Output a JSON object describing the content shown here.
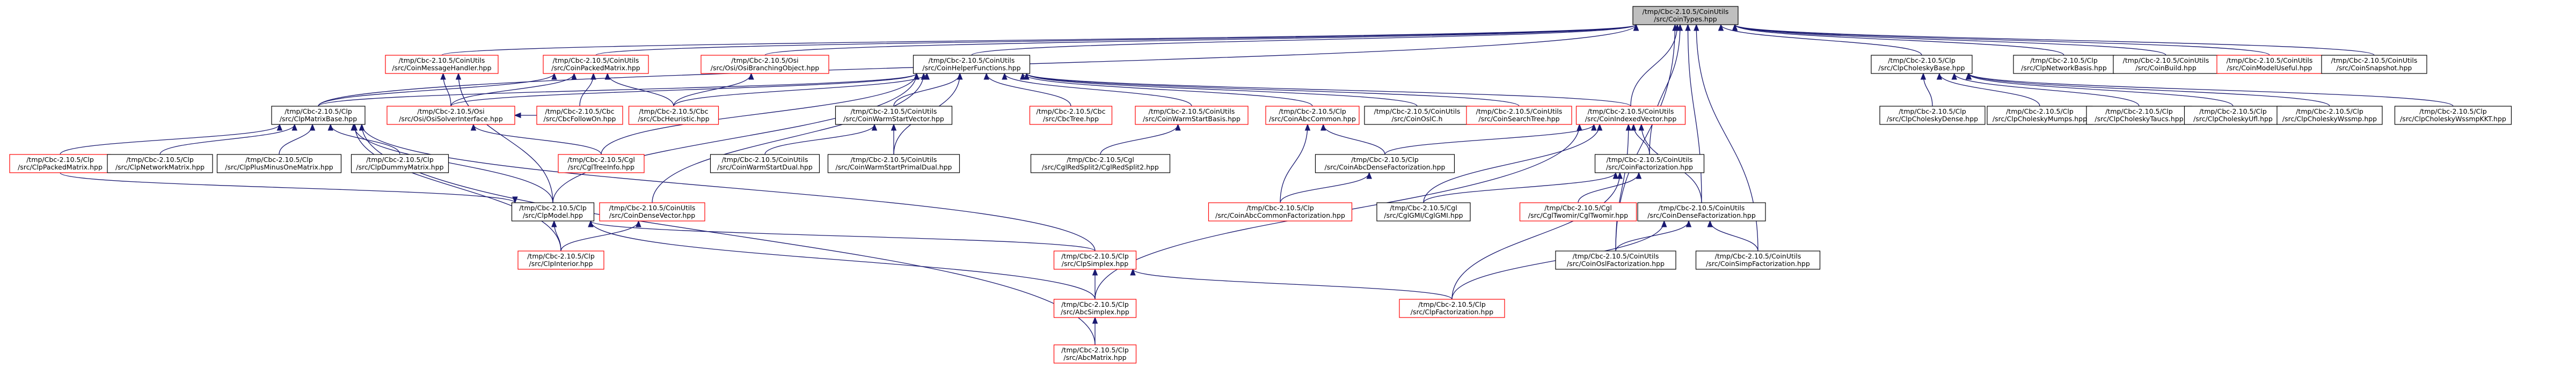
{
  "colors": {
    "edge": "#191970",
    "black_border": "#000000",
    "red_border": "#ff0000",
    "root_fill": "#bfbfbf"
  },
  "nodes": [
    {
      "id": "coinTypes",
      "lines": [
        "/tmp/Cbc-2.10.5/CoinUtils",
        "/src/CoinTypes.hpp"
      ],
      "color": "root"
    },
    {
      "id": "coinMessageHandler",
      "lines": [
        "/tmp/Cbc-2.10.5/CoinUtils",
        "/src/CoinMessageHandler.hpp"
      ],
      "color": "red"
    },
    {
      "id": "coinPackedMatrix",
      "lines": [
        "/tmp/Cbc-2.10.5/CoinUtils",
        "/src/CoinPackedMatrix.hpp"
      ],
      "color": "red"
    },
    {
      "id": "osiBranchingObject",
      "lines": [
        "/tmp/Cbc-2.10.5/Osi",
        "/src/Osi/OsiBranchingObject.hpp"
      ],
      "color": "red"
    },
    {
      "id": "coinLpFunctions",
      "lines": [
        "/tmp/Cbc-2.10.5/CoinUtils",
        "/src/CoinHelperFunctions.hpp"
      ],
      "color": "black"
    },
    {
      "id": "clpCholeskyBase",
      "lines": [
        "/tmp/Cbc-2.10.5/Clp",
        "/src/ClpCholeskyBase.hpp"
      ],
      "color": "black"
    },
    {
      "id": "clpNetworkBasis",
      "lines": [
        "/tmp/Cbc-2.10.5/Clp",
        "/src/ClpNetworkBasis.hpp"
      ],
      "color": "black"
    },
    {
      "id": "coinBuild",
      "lines": [
        "/tmp/Cbc-2.10.5/CoinUtils",
        "/src/CoinBuild.hpp"
      ],
      "color": "black"
    },
    {
      "id": "coinModelUseful",
      "lines": [
        "/tmp/Cbc-2.10.5/CoinUtils",
        "/src/CoinModelUseful.hpp"
      ],
      "color": "red"
    },
    {
      "id": "coinSnapshot",
      "lines": [
        "/tmp/Cbc-2.10.5/CoinUtils",
        "/src/CoinSnapshot.hpp"
      ],
      "color": "black"
    },
    {
      "id": "clpMatrixBase",
      "lines": [
        "/tmp/Cbc-2.10.5/Clp",
        "/src/ClpMatrixBase.hpp"
      ],
      "color": "black"
    },
    {
      "id": "osiSolverInterface",
      "lines": [
        "/tmp/Cbc-2.10.5/Osi",
        "/src/Osi/OsiSolverInterface.hpp"
      ],
      "color": "red"
    },
    {
      "id": "cbcFollowOn",
      "lines": [
        "/tmp/Cbc-2.10.5/Cbc",
        "/src/CbcFollowOn.hpp"
      ],
      "color": "red"
    },
    {
      "id": "cbcHeuristic",
      "lines": [
        "/tmp/Cbc-2.10.5/Cbc",
        "/src/CbcHeuristic.hpp"
      ],
      "color": "red"
    },
    {
      "id": "coinWarmStartVector",
      "lines": [
        "/tmp/Cbc-2.10.5/CoinUtils",
        "/src/CoinWarmStartVector.hpp"
      ],
      "color": "black"
    },
    {
      "id": "cbcTree",
      "lines": [
        "/tmp/Cbc-2.10.5/Cbc",
        "/src/CbcTree.hpp"
      ],
      "color": "red"
    },
    {
      "id": "coinWarmStartBasis",
      "lines": [
        "/tmp/Cbc-2.10.5/CoinUtils",
        "/src/CoinWarmStartBasis.hpp"
      ],
      "color": "red"
    },
    {
      "id": "coinAbcCommon",
      "lines": [
        "/tmp/Cbc-2.10.5/Clp",
        "/src/CoinAbcCommon.hpp"
      ],
      "color": "red"
    },
    {
      "id": "coinOslC",
      "lines": [
        "/tmp/Cbc-2.10.5/CoinUtils",
        "/src/CoinOslC.h"
      ],
      "color": "black"
    },
    {
      "id": "coinSearchTree",
      "lines": [
        "/tmp/Cbc-2.10.5/CoinUtils",
        "/src/CoinSearchTree.hpp"
      ],
      "color": "red"
    },
    {
      "id": "coinIndexedVector",
      "lines": [
        "/tmp/Cbc-2.10.5/CoinUtils",
        "/src/CoinIndexedVector.hpp"
      ],
      "color": "red"
    },
    {
      "id": "clpCholeskyDense",
      "lines": [
        "/tmp/Cbc-2.10.5/Clp",
        "/src/ClpCholeskyDense.hpp"
      ],
      "color": "black"
    },
    {
      "id": "clpCholeskyMumps",
      "lines": [
        "/tmp/Cbc-2.10.5/Clp",
        "/src/ClpCholeskyMumps.hpp"
      ],
      "color": "black"
    },
    {
      "id": "clpCholeskyTaucs",
      "lines": [
        "/tmp/Cbc-2.10.5/Clp",
        "/src/ClpCholeskyTaucs.hpp"
      ],
      "color": "black"
    },
    {
      "id": "clpCholeskyUfl",
      "lines": [
        "/tmp/Cbc-2.10.5/Clp",
        "/src/ClpCholeskyUfl.hpp"
      ],
      "color": "black"
    },
    {
      "id": "clpCholeskyWssmp",
      "lines": [
        "/tmp/Cbc-2.10.5/Clp",
        "/src/ClpCholeskyWssmp.hpp"
      ],
      "color": "black"
    },
    {
      "id": "clpCholeskyWssmpKKT",
      "lines": [
        "/tmp/Cbc-2.10.5/Clp",
        "/src/ClpCholeskyWssmpKKT.hpp"
      ],
      "color": "black"
    },
    {
      "id": "clpPackedMatrix",
      "lines": [
        "/tmp/Cbc-2.10.5/Clp",
        "/src/ClpPackedMatrix.hpp"
      ],
      "color": "red"
    },
    {
      "id": "clpNetworkMatrix",
      "lines": [
        "/tmp/Cbc-2.10.5/Clp",
        "/src/ClpNetworkMatrix.hpp"
      ],
      "color": "black"
    },
    {
      "id": "clpPlusMinusOneMatrix",
      "lines": [
        "/tmp/Cbc-2.10.5/Clp",
        "/src/ClpPlusMinusOneMatrix.hpp"
      ],
      "color": "black"
    },
    {
      "id": "clpDummyMatrix",
      "lines": [
        "/tmp/Cbc-2.10.5/Clp",
        "/src/ClpDummyMatrix.hpp"
      ],
      "color": "black"
    },
    {
      "id": "cglTreeInfo",
      "lines": [
        "/tmp/Cbc-2.10.5/Cgl",
        "/src/CglTreeInfo.hpp"
      ],
      "color": "red"
    },
    {
      "id": "coinWarmStartDual",
      "lines": [
        "/tmp/Cbc-2.10.5/CoinUtils",
        "/src/CoinWarmStartDual.hpp"
      ],
      "color": "black"
    },
    {
      "id": "coinWarmStartPrimalDual",
      "lines": [
        "/tmp/Cbc-2.10.5/CoinUtils",
        "/src/CoinWarmStartPrimalDual.hpp"
      ],
      "color": "black"
    },
    {
      "id": "cglRedSplit2",
      "lines": [
        "/tmp/Cbc-2.10.5/Cgl",
        "/src/CglRedSplit2/CglRedSplit2.hpp"
      ],
      "color": "black"
    },
    {
      "id": "coinAbcDenseFactorization",
      "lines": [
        "/tmp/Cbc-2.10.5/Clp",
        "/src/CoinAbcDenseFactorization.hpp"
      ],
      "color": "black"
    },
    {
      "id": "coinFactorization",
      "lines": [
        "/tmp/Cbc-2.10.5/CoinUtils",
        "/src/CoinFactorization.hpp"
      ],
      "color": "black"
    },
    {
      "id": "clpModel",
      "lines": [
        "/tmp/Cbc-2.10.5/Clp",
        "/src/ClpModel.hpp"
      ],
      "color": "black"
    },
    {
      "id": "coinDenseVector",
      "lines": [
        "/tmp/Cbc-2.10.5/CoinUtils",
        "/src/CoinDenseVector.hpp"
      ],
      "color": "red"
    },
    {
      "id": "coinAbcCommonFactorization",
      "lines": [
        "/tmp/Cbc-2.10.5/Clp",
        "/src/CoinAbcCommonFactorization.hpp"
      ],
      "color": "red"
    },
    {
      "id": "cglGMI",
      "lines": [
        "/tmp/Cbc-2.10.5/Cgl",
        "/src/CglGMI/CglGMI.hpp"
      ],
      "color": "black"
    },
    {
      "id": "cglTwomir",
      "lines": [
        "/tmp/Cbc-2.10.5/Cgl",
        "/src/CglTwomir/CglTwomir.hpp"
      ],
      "color": "red"
    },
    {
      "id": "coinDenseFactorization",
      "lines": [
        "/tmp/Cbc-2.10.5/CoinUtils",
        "/src/CoinDenseFactorization.hpp"
      ],
      "color": "black"
    },
    {
      "id": "clpInterior",
      "lines": [
        "/tmp/Cbc-2.10.5/Clp",
        "/src/ClpInterior.hpp"
      ],
      "color": "red"
    },
    {
      "id": "clpSimplex",
      "lines": [
        "/tmp/Cbc-2.10.5/Clp",
        "/src/ClpSimplex.hpp"
      ],
      "color": "red"
    },
    {
      "id": "coinOslFactorization",
      "lines": [
        "/tmp/Cbc-2.10.5/CoinUtils",
        "/src/CoinOslFactorization.hpp"
      ],
      "color": "black"
    },
    {
      "id": "coinSimpFactorization",
      "lines": [
        "/tmp/Cbc-2.10.5/CoinUtils",
        "/src/CoinSimpFactorization.hpp"
      ],
      "color": "black"
    },
    {
      "id": "abcSimplex",
      "lines": [
        "/tmp/Cbc-2.10.5/Clp",
        "/src/AbcSimplex.hpp"
      ],
      "color": "red"
    },
    {
      "id": "clpFactorization",
      "lines": [
        "/tmp/Cbc-2.10.5/Clp",
        "/src/ClpFactorization.hpp"
      ],
      "color": "red"
    },
    {
      "id": "abcMatrix",
      "lines": [
        "/tmp/Cbc-2.10.5/Clp",
        "/src/AbcMatrix.hpp"
      ],
      "color": "red"
    }
  ],
  "edges": [
    [
      "coinMessageHandler",
      "coinTypes"
    ],
    [
      "coinPackedMatrix",
      "coinTypes"
    ],
    [
      "osiBranchingObject",
      "coinTypes"
    ],
    [
      "coinLpFunctions",
      "coinTypes"
    ],
    [
      "clpCholeskyBase",
      "coinTypes"
    ],
    [
      "clpNetworkBasis",
      "coinTypes"
    ],
    [
      "coinBuild",
      "coinTypes"
    ],
    [
      "coinModelUseful",
      "coinTypes"
    ],
    [
      "coinSnapshot",
      "coinTypes"
    ],
    [
      "clpMatrixBase",
      "coinTypes"
    ],
    [
      "coinIndexedVector",
      "coinTypes"
    ],
    [
      "coinFactorization",
      "coinTypes"
    ],
    [
      "coinDenseFactorization",
      "coinTypes"
    ],
    [
      "coinOslFactorization",
      "coinTypes"
    ],
    [
      "coinSimpFactorization",
      "coinTypes"
    ],
    [
      "osiSolverInterface",
      "coinMessageHandler"
    ],
    [
      "clpModel",
      "coinMessageHandler"
    ],
    [
      "clpMatrixBase",
      "coinPackedMatrix"
    ],
    [
      "osiSolverInterface",
      "coinPackedMatrix"
    ],
    [
      "cbcFollowOn",
      "coinPackedMatrix"
    ],
    [
      "cbcHeuristic",
      "coinPackedMatrix"
    ],
    [
      "cbcHeuristic",
      "osiBranchingObject"
    ],
    [
      "clpMatrixBase",
      "coinLpFunctions"
    ],
    [
      "osiSolverInterface",
      "coinLpFunctions"
    ],
    [
      "cbcHeuristic",
      "coinLpFunctions"
    ],
    [
      "coinWarmStartVector",
      "coinLpFunctions"
    ],
    [
      "cbcTree",
      "coinLpFunctions"
    ],
    [
      "coinWarmStartBasis",
      "coinLpFunctions"
    ],
    [
      "coinAbcCommon",
      "coinLpFunctions"
    ],
    [
      "coinOslC",
      "coinLpFunctions"
    ],
    [
      "coinSearchTree",
      "coinLpFunctions"
    ],
    [
      "coinIndexedVector",
      "coinLpFunctions"
    ],
    [
      "cglTreeInfo",
      "coinLpFunctions"
    ],
    [
      "clpModel",
      "coinLpFunctions"
    ],
    [
      "coinWarmStartPrimalDual",
      "coinLpFunctions"
    ],
    [
      "coinDenseVector",
      "coinLpFunctions"
    ],
    [
      "clpCholeskyDense",
      "clpCholeskyBase"
    ],
    [
      "clpCholeskyMumps",
      "clpCholeskyBase"
    ],
    [
      "clpCholeskyTaucs",
      "clpCholeskyBase"
    ],
    [
      "clpCholeskyUfl",
      "clpCholeskyBase"
    ],
    [
      "clpCholeskyWssmp",
      "clpCholeskyBase"
    ],
    [
      "clpCholeskyWssmpKKT",
      "clpCholeskyBase"
    ],
    [
      "clpPackedMatrix",
      "clpMatrixBase"
    ],
    [
      "clpNetworkMatrix",
      "clpMatrixBase"
    ],
    [
      "clpPlusMinusOneMatrix",
      "clpMatrixBase"
    ],
    [
      "clpDummyMatrix",
      "clpMatrixBase"
    ],
    [
      "clpModel",
      "clpMatrixBase"
    ],
    [
      "clpInterior",
      "clpMatrixBase"
    ],
    [
      "clpSimplex",
      "clpMatrixBase"
    ],
    [
      "cbcFollowOn",
      "osiSolverInterface"
    ],
    [
      "cglTreeInfo",
      "osiSolverInterface"
    ],
    [
      "coinWarmStartDual",
      "coinWarmStartVector"
    ],
    [
      "coinWarmStartPrimalDual",
      "coinWarmStartVector"
    ],
    [
      "cglRedSplit2",
      "coinWarmStartBasis"
    ],
    [
      "coinAbcDenseFactorization",
      "coinAbcCommon"
    ],
    [
      "coinAbcCommonFactorization",
      "coinAbcCommon"
    ],
    [
      "coinAbcDenseFactorization",
      "coinIndexedVector"
    ],
    [
      "coinFactorization",
      "coinIndexedVector"
    ],
    [
      "coinDenseFactorization",
      "coinIndexedVector"
    ],
    [
      "coinOslFactorization",
      "coinIndexedVector"
    ],
    [
      "abcSimplex",
      "coinIndexedVector"
    ],
    [
      "cglGMI",
      "coinIndexedVector"
    ],
    [
      "coinAbcCommonFactorization",
      "coinAbcDenseFactorization"
    ],
    [
      "cglGMI",
      "coinFactorization"
    ],
    [
      "cglTwomir",
      "coinFactorization"
    ],
    [
      "clpFactorization",
      "coinFactorization"
    ],
    [
      "clpPackedMatrix",
      "clpModel"
    ],
    [
      "clpInterior",
      "clpModel"
    ],
    [
      "clpSimplex",
      "clpModel"
    ],
    [
      "abcSimplex",
      "clpModel"
    ],
    [
      "clpInterior",
      "coinDenseVector"
    ],
    [
      "coinOslFactorization",
      "coinDenseFactorization"
    ],
    [
      "coinSimpFactorization",
      "coinDenseFactorization"
    ],
    [
      "clpFactorization",
      "coinDenseFactorization"
    ],
    [
      "abcSimplex",
      "clpSimplex"
    ],
    [
      "clpFactorization",
      "clpSimplex"
    ],
    [
      "abcMatrix",
      "abcSimplex"
    ],
    [
      "abcMatrix",
      "clpMatrixBase"
    ]
  ]
}
